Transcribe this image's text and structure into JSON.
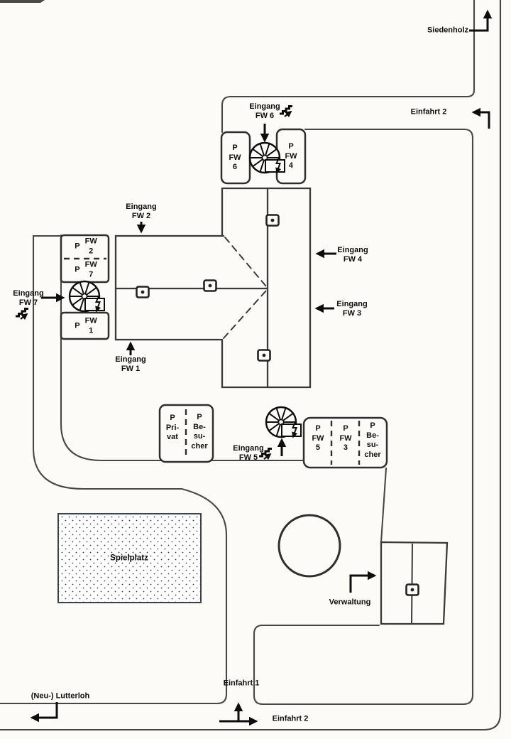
{
  "title": "Lageplan Feuerwehr-Gelände (hand-drawn site plan)",
  "streets": {
    "siedenholz": "Siedenholz",
    "lutterloh": "(Neu-) Lutterloh"
  },
  "driveways": {
    "einfahrt1": "Einfahrt 1",
    "einfahrt2_top": "Einfahrt 2",
    "einfahrt2_bottom": "Einfahrt 2"
  },
  "entrances": {
    "fw1": [
      "Eingang",
      "FW 1"
    ],
    "fw2": [
      "Eingang",
      "FW 2"
    ],
    "fw3": [
      "Eingang",
      "FW 3"
    ],
    "fw4": [
      "Eingang",
      "FW 4"
    ],
    "fw5": [
      "Eingang",
      "FW 5"
    ],
    "fw6": [
      "Eingang",
      "FW 6"
    ],
    "fw7": [
      "Eingang",
      "FW 7"
    ]
  },
  "parking": {
    "p_fw6": [
      "P",
      "FW",
      "6"
    ],
    "p_fw4": [
      "P",
      "FW",
      "4"
    ],
    "p_fw2": [
      "P",
      "FW",
      "2"
    ],
    "p_fw7": [
      "P",
      "FW",
      "7"
    ],
    "p_fw1": [
      "P",
      "FW",
      "1"
    ],
    "p_privat": [
      "P",
      "Pri-",
      "vat"
    ],
    "p_besucher_mitte": [
      "P",
      "Be-",
      "su-",
      "cher"
    ],
    "p_fw5": [
      "P",
      "FW",
      "5"
    ],
    "p_fw3": [
      "P",
      "FW",
      "3"
    ],
    "p_besucher_rechts": [
      "P",
      "Be-",
      "su-",
      "cher"
    ]
  },
  "areas": {
    "spielplatz": "Spielplatz",
    "verwaltung": "Verwaltung"
  },
  "icons": {
    "spiral_staircase": "spiral-staircase-with-power-symbol",
    "stairs": "stairs-up-arrow",
    "chimney": "chimney-square-with-dot"
  },
  "colors": {
    "paper": "#fcfbf8",
    "ink": "#3c3c3c",
    "bold_ink": "#0d0d0d"
  }
}
